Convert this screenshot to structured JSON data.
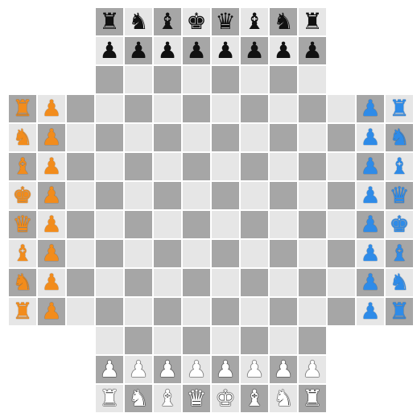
{
  "board": {
    "cols": 14,
    "rows": 14,
    "light_color": "#e6e6e6",
    "dark_color": "#a6a6a6",
    "missing_corners": 3
  },
  "players": [
    {
      "name": "black",
      "color": "#111111"
    },
    {
      "name": "white",
      "color": "#ffffff"
    },
    {
      "name": "orange",
      "color": "#f28c1c"
    },
    {
      "name": "blue",
      "color": "#2e8be8"
    }
  ],
  "pieces": [
    {
      "row": 0,
      "col": 3,
      "piece": "rook",
      "player": "black"
    },
    {
      "row": 0,
      "col": 4,
      "piece": "knight",
      "player": "black"
    },
    {
      "row": 0,
      "col": 5,
      "piece": "bishop",
      "player": "black"
    },
    {
      "row": 0,
      "col": 6,
      "piece": "king",
      "player": "black"
    },
    {
      "row": 0,
      "col": 7,
      "piece": "queen",
      "player": "black"
    },
    {
      "row": 0,
      "col": 8,
      "piece": "bishop",
      "player": "black"
    },
    {
      "row": 0,
      "col": 9,
      "piece": "knight",
      "player": "black"
    },
    {
      "row": 0,
      "col": 10,
      "piece": "rook",
      "player": "black"
    },
    {
      "row": 1,
      "col": 3,
      "piece": "pawn",
      "player": "black"
    },
    {
      "row": 1,
      "col": 4,
      "piece": "pawn",
      "player": "black"
    },
    {
      "row": 1,
      "col": 5,
      "piece": "pawn",
      "player": "black"
    },
    {
      "row": 1,
      "col": 6,
      "piece": "pawn",
      "player": "black"
    },
    {
      "row": 1,
      "col": 7,
      "piece": "pawn",
      "player": "black"
    },
    {
      "row": 1,
      "col": 8,
      "piece": "pawn",
      "player": "black"
    },
    {
      "row": 1,
      "col": 9,
      "piece": "pawn",
      "player": "black"
    },
    {
      "row": 1,
      "col": 10,
      "piece": "pawn",
      "player": "black"
    },
    {
      "row": 12,
      "col": 3,
      "piece": "pawn",
      "player": "white"
    },
    {
      "row": 12,
      "col": 4,
      "piece": "pawn",
      "player": "white"
    },
    {
      "row": 12,
      "col": 5,
      "piece": "pawn",
      "player": "white"
    },
    {
      "row": 12,
      "col": 6,
      "piece": "pawn",
      "player": "white"
    },
    {
      "row": 12,
      "col": 7,
      "piece": "pawn",
      "player": "white"
    },
    {
      "row": 12,
      "col": 8,
      "piece": "pawn",
      "player": "white"
    },
    {
      "row": 12,
      "col": 9,
      "piece": "pawn",
      "player": "white"
    },
    {
      "row": 12,
      "col": 10,
      "piece": "pawn",
      "player": "white"
    },
    {
      "row": 13,
      "col": 3,
      "piece": "rook",
      "player": "white"
    },
    {
      "row": 13,
      "col": 4,
      "piece": "knight",
      "player": "white"
    },
    {
      "row": 13,
      "col": 5,
      "piece": "bishop",
      "player": "white"
    },
    {
      "row": 13,
      "col": 6,
      "piece": "queen",
      "player": "white"
    },
    {
      "row": 13,
      "col": 7,
      "piece": "king",
      "player": "white"
    },
    {
      "row": 13,
      "col": 8,
      "piece": "bishop",
      "player": "white"
    },
    {
      "row": 13,
      "col": 9,
      "piece": "knight",
      "player": "white"
    },
    {
      "row": 13,
      "col": 10,
      "piece": "rook",
      "player": "white"
    },
    {
      "row": 3,
      "col": 0,
      "piece": "rook",
      "player": "orange"
    },
    {
      "row": 4,
      "col": 0,
      "piece": "knight",
      "player": "orange"
    },
    {
      "row": 5,
      "col": 0,
      "piece": "bishop",
      "player": "orange"
    },
    {
      "row": 6,
      "col": 0,
      "piece": "king",
      "player": "orange"
    },
    {
      "row": 7,
      "col": 0,
      "piece": "queen",
      "player": "orange"
    },
    {
      "row": 8,
      "col": 0,
      "piece": "bishop",
      "player": "orange"
    },
    {
      "row": 9,
      "col": 0,
      "piece": "knight",
      "player": "orange"
    },
    {
      "row": 10,
      "col": 0,
      "piece": "rook",
      "player": "orange"
    },
    {
      "row": 3,
      "col": 1,
      "piece": "pawn",
      "player": "orange"
    },
    {
      "row": 4,
      "col": 1,
      "piece": "pawn",
      "player": "orange"
    },
    {
      "row": 5,
      "col": 1,
      "piece": "pawn",
      "player": "orange"
    },
    {
      "row": 6,
      "col": 1,
      "piece": "pawn",
      "player": "orange"
    },
    {
      "row": 7,
      "col": 1,
      "piece": "pawn",
      "player": "orange"
    },
    {
      "row": 8,
      "col": 1,
      "piece": "pawn",
      "player": "orange"
    },
    {
      "row": 9,
      "col": 1,
      "piece": "pawn",
      "player": "orange"
    },
    {
      "row": 10,
      "col": 1,
      "piece": "pawn",
      "player": "orange"
    },
    {
      "row": 3,
      "col": 12,
      "piece": "pawn",
      "player": "blue"
    },
    {
      "row": 4,
      "col": 12,
      "piece": "pawn",
      "player": "blue"
    },
    {
      "row": 5,
      "col": 12,
      "piece": "pawn",
      "player": "blue"
    },
    {
      "row": 6,
      "col": 12,
      "piece": "pawn",
      "player": "blue"
    },
    {
      "row": 7,
      "col": 12,
      "piece": "pawn",
      "player": "blue"
    },
    {
      "row": 8,
      "col": 12,
      "piece": "pawn",
      "player": "blue"
    },
    {
      "row": 9,
      "col": 12,
      "piece": "pawn",
      "player": "blue"
    },
    {
      "row": 10,
      "col": 12,
      "piece": "pawn",
      "player": "blue"
    },
    {
      "row": 3,
      "col": 13,
      "piece": "rook",
      "player": "blue"
    },
    {
      "row": 4,
      "col": 13,
      "piece": "knight",
      "player": "blue"
    },
    {
      "row": 5,
      "col": 13,
      "piece": "bishop",
      "player": "blue"
    },
    {
      "row": 6,
      "col": 13,
      "piece": "queen",
      "player": "blue"
    },
    {
      "row": 7,
      "col": 13,
      "piece": "king",
      "player": "blue"
    },
    {
      "row": 8,
      "col": 13,
      "piece": "bishop",
      "player": "blue"
    },
    {
      "row": 9,
      "col": 13,
      "piece": "knight",
      "player": "blue"
    },
    {
      "row": 10,
      "col": 13,
      "piece": "rook",
      "player": "blue"
    }
  ]
}
